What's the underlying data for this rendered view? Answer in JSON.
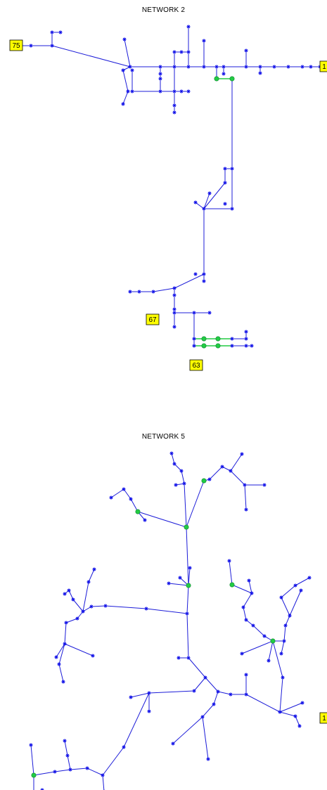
{
  "network2": {
    "title": "NETWORK 2",
    "labels": [
      "75",
      "1",
      "67",
      "63"
    ]
  },
  "network5": {
    "title": "NETWORK 5",
    "labels": [
      "1"
    ]
  },
  "colors": {
    "branch": "#1c1cd8",
    "node": "#1010e8",
    "highlight": "#22cc44",
    "label_fill": "#ffff00"
  }
}
